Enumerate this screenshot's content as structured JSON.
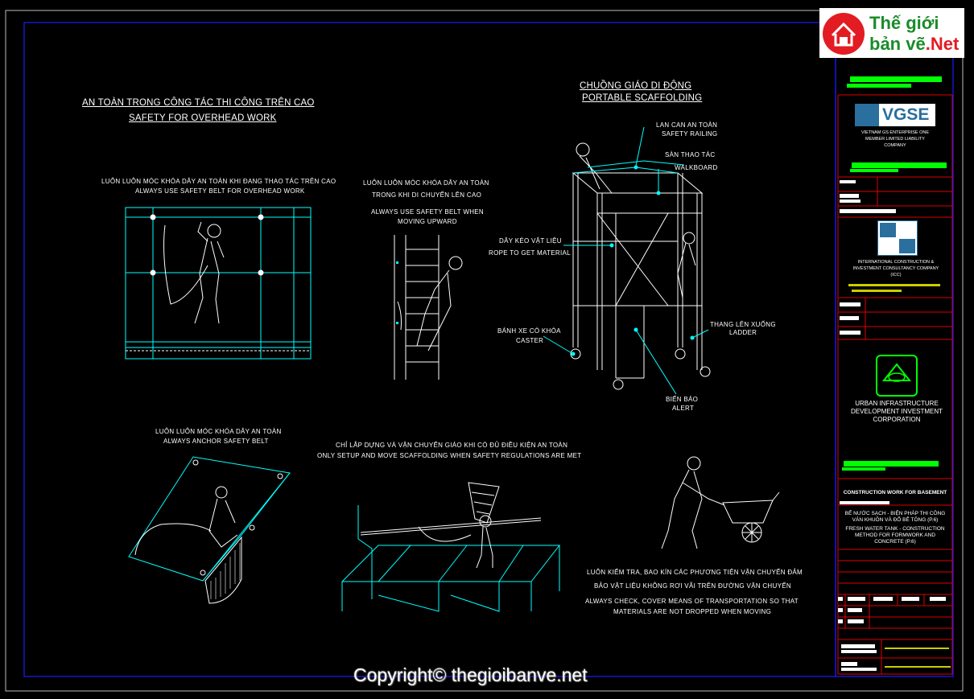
{
  "logo": {
    "text1": "Thế giới",
    "text2": "bản vẽ",
    "text3": ".Net"
  },
  "left_section": {
    "title_vi": "AN TOÀN TRONG CÔNG TÁC THI CÔNG TRÊN CAO",
    "title_en": "SAFETY FOR OVERHEAD WORK"
  },
  "scaffold_section": {
    "title_vi": "CHUỒNG GIÁO DI ĐỘNG",
    "title_en": "PORTABLE SCAFFOLDING",
    "labels": {
      "railing_vi": "LAN CAN AN TOÀN",
      "railing_en": "SAFETY RAILING",
      "walkboard_vi": "SÀN THAO TÁC",
      "walkboard_en": "WALKBOARD",
      "rope_vi": "DÂY KÉO VẬT LIỆU",
      "rope_en": "ROPE TO GET MATERIAL",
      "caster_vi": "BÁNH XE CÓ KHÓA",
      "caster_en": "CASTER",
      "ladder_vi": "THANG LÊN XUỐNG",
      "ladder_en": "LADDER",
      "alert_vi": "BIỂN BÁO",
      "alert_en": "ALERT"
    }
  },
  "notes": {
    "belt_vi": "LUÔN LUÔN MÓC KHÓA DÂY AN TOÀN  KHI ĐANG THAO TÁC TRÊN CAO",
    "belt_en": "ALWAYS USE SAFETY BELT FOR OVERHEAD WORK",
    "upward_vi1": "LUÔN LUÔN MÓC KHÓA DÂY AN TOÀN",
    "upward_vi2": "TRONG KHI DI CHUYỂN LÊN CAO",
    "upward_en1": "ALWAYS USE SAFETY BELT WHEN",
    "upward_en2": "MOVING UPWARD",
    "anchor_vi": "LUÔN LUÔN MÓC KHÓA DÂY AN TOÀN",
    "anchor_en": "ALWAYS ANCHOR SAFETY BELT",
    "setup_vi": "CHỈ LẮP DỰNG VÀ VẬN CHUYỂN GIÁO KHI CÓ ĐỦ ĐIỀU KIỆN AN TOÀN",
    "setup_en": "ONLY SETUP AND MOVE SCAFFOLDING WHEN SAFETY REGULATIONS ARE MET",
    "check_vi1": "LUÔN KIỂM TRA, BAO KÍN CÁC PHƯƠNG TIỆN VẬN CHUYỂN ĐẢM",
    "check_vi2": "BẢO  VẬT LIỆU KHÔNG RƠI VÃI TRÊN ĐƯỜNG VẬN CHUYỂN",
    "check_en1": "ALWAYS CHECK, COVER MEANS OF TRANSPORTATION SO THAT",
    "check_en2": "MATERIALS ARE NOT DROPPED WHEN MOVING"
  },
  "title_block": {
    "vgse_logo": "VGSE",
    "vgse_text": "VIETNAM GS ENTERPRISE ONE MEMBER LIMITED LIABILITY COMPANY",
    "icc_text": "INTERNATIONAL CONSTRUCTION & INVESTMENT CONSULTANCY COMPANY (ICC)",
    "udic_text": "URBAN INFRASTRUCTURE DEVELOPMENT INVESTMENT CORPORATION",
    "project": "CONSTRUCTION WORK FOR BASEMENT",
    "sheet_vi": "BỂ NƯỚC SẠCH - BIỆN PHÁP THI CÔNG VÁN KHUÔN VÀ ĐỔ BÊ TÔNG (P.6)",
    "sheet_en": "FRESH WATER TANK - CONSTRUCTION METHOD FOR FORMWORK AND CONCRETE (P.6)"
  },
  "copyright": "Copyright© thegioibanve.net"
}
